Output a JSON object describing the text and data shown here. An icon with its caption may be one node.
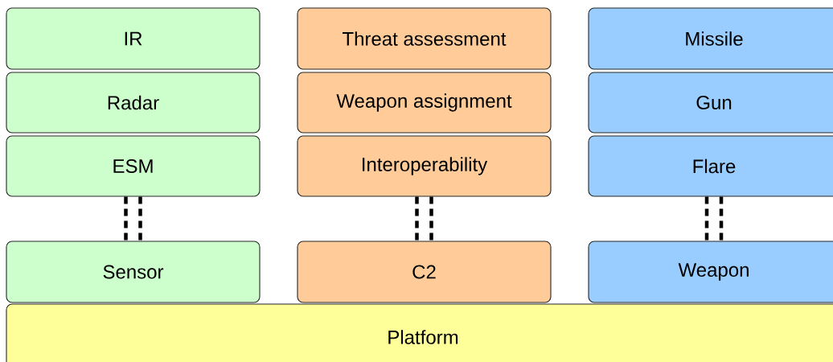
{
  "diagram": {
    "nodes": [
      {
        "text": [
          "IR"
        ]
      },
      {
        "text": [
          "Threat assessment"
        ]
      },
      {
        "text": [
          "Missile"
        ]
      },
      {
        "text": [
          "Radar"
        ]
      },
      {
        "text": [
          "Weapon assignment"
        ]
      },
      {
        "text": [
          "Gun"
        ]
      },
      {
        "text": [
          "ESM"
        ]
      },
      {
        "text": [
          "Interoperability"
        ]
      },
      {
        "text": [
          "Flare"
        ]
      },
      {
        "text": [
          "Sensor"
        ]
      },
      {
        "text": [
          "C2"
        ]
      },
      {
        "text": [
          "Weapon"
        ]
      },
      {
        "text": [
          "Platform"
        ]
      }
    ],
    "edges": [
      {
        "from": 6,
        "to": 9,
        "arrow": "none",
        "style": "dashed"
      },
      {
        "from": 7,
        "to": 10,
        "arrow": "none",
        "style": "dashed"
      },
      {
        "from": 8,
        "to": 11,
        "arrow": "none",
        "style": "dashed"
      }
    ]
  }
}
